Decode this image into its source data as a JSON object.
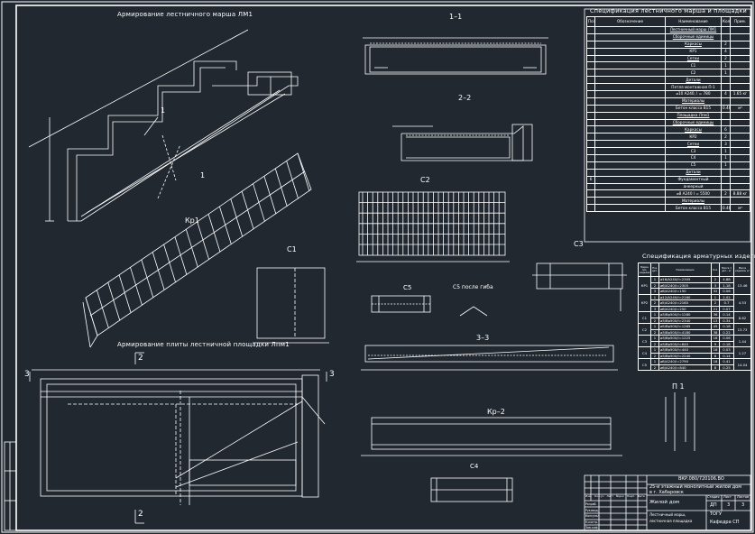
{
  "colors": {
    "background": "#212830",
    "lines": "#ffffff"
  },
  "drawings": {
    "march_title": "Армирование лестничного марша ЛМ1",
    "platform_title": "Армирование плиты лестничной площадки Лпм1",
    "section_1": "1–1",
    "section_2": "2–2",
    "section_3": "3–3",
    "kr1": "Кр1",
    "kr2": "Кр–2",
    "c1": "С1",
    "c2": "С2",
    "c3": "С3",
    "c4": "С4",
    "c5": "С5",
    "c5_bent": "С5 после гиба",
    "p1": "П 1",
    "cut_2a": "2",
    "cut_2b": "2",
    "cut_3a": "3",
    "cut_3b": "3",
    "cut_1a": "1",
    "cut_1b": "1"
  },
  "spec": {
    "title": "Спецификация лестничного марша и площадки",
    "headers": [
      "Поз.",
      "Обозначение",
      "Наименование",
      "Кол.",
      "Прим."
    ],
    "rows": [
      {
        "pos": "",
        "code": "",
        "name": "Лестничный марш ЛМ1",
        "qty": "",
        "note": "",
        "u": true
      },
      {
        "pos": "",
        "code": "",
        "name": "Сборочные единицы",
        "qty": "",
        "note": "",
        "u": true
      },
      {
        "pos": "",
        "code": "",
        "name": "Каркасы",
        "qty": "2",
        "note": "",
        "u": true
      },
      {
        "pos": "",
        "code": "",
        "name": "КР1",
        "qty": "4",
        "note": "",
        "u": false
      },
      {
        "pos": "",
        "code": "",
        "name": "Сетки",
        "qty": "2",
        "note": "",
        "u": true
      },
      {
        "pos": "",
        "code": "",
        "name": "С1",
        "qty": "1",
        "note": "",
        "u": false
      },
      {
        "pos": "",
        "code": "",
        "name": "С2",
        "qty": "1",
        "note": "",
        "u": false
      },
      {
        "pos": "",
        "code": "",
        "name": "Детали",
        "qty": "",
        "note": "",
        "u": true
      },
      {
        "pos": "",
        "code": "",
        "name": "Петля монтажная П-1",
        "qty": "",
        "note": "",
        "u": false
      },
      {
        "pos": "",
        "code": "",
        "name": "⌀10 А240, l = 780",
        "qty": "4",
        "note": "1.65 кг",
        "u": false
      },
      {
        "pos": "",
        "code": "",
        "name": "Материалы",
        "qty": "",
        "note": "",
        "u": true
      },
      {
        "pos": "",
        "code": "",
        "name": "Бетон класса В15",
        "qty": "0.46",
        "note": "м³",
        "u": false
      },
      {
        "pos": "",
        "code": "",
        "name": "Площадка Лпм1",
        "qty": "",
        "note": "",
        "u": true
      },
      {
        "pos": "",
        "code": "",
        "name": "Сборочные единицы",
        "qty": "",
        "note": "",
        "u": true
      },
      {
        "pos": "",
        "code": "",
        "name": "Каркасы",
        "qty": "6",
        "note": "",
        "u": true
      },
      {
        "pos": "",
        "code": "",
        "name": "КР2",
        "qty": "2",
        "note": "",
        "u": false
      },
      {
        "pos": "",
        "code": "",
        "name": "Сетки",
        "qty": "3",
        "note": "",
        "u": true
      },
      {
        "pos": "",
        "code": "",
        "name": "С3",
        "qty": "1",
        "note": "",
        "u": false
      },
      {
        "pos": "",
        "code": "",
        "name": "С4",
        "qty": "1",
        "note": "",
        "u": false
      },
      {
        "pos": "",
        "code": "",
        "name": "С5",
        "qty": "1",
        "note": "",
        "u": false
      },
      {
        "pos": "",
        "code": "",
        "name": "Детали",
        "qty": "",
        "note": "",
        "u": true
      },
      {
        "pos": "б",
        "code": "",
        "name": "Фундаментный",
        "qty": "",
        "note": "",
        "u": false
      },
      {
        "pos": "",
        "code": "",
        "name": "анкерный",
        "qty": "",
        "note": "",
        "u": false
      },
      {
        "pos": "",
        "code": "",
        "name": "⌀8 А240 l = 5500",
        "qty": "2",
        "note": "8.88 кг",
        "u": false
      },
      {
        "pos": "",
        "code": "",
        "name": "Материалы",
        "qty": "",
        "note": "",
        "u": true
      },
      {
        "pos": "",
        "code": "",
        "name": "Бетон класса В15",
        "qty": "0.46",
        "note": "м³",
        "u": false
      }
    ]
  },
  "rebar": {
    "title": "Спецификация арматурных изделий",
    "headers": [
      "Марка поз. изделия",
      "Поз. дет.",
      "Наименование",
      "Кол.",
      "Масса 1 дет., кг",
      "Масса изделия, кг"
    ],
    "groups": [
      {
        "mark": "КР1",
        "total": "13.46",
        "rows": [
          [
            "1",
            "⌀16/А240/l=2305",
            "2",
            "4.88"
          ],
          [
            "2",
            "⌀6/А240/l=2305",
            "3",
            "1.18"
          ],
          [
            "3",
            "⌀6/А240/l=150",
            "32",
            "0.06"
          ]
        ]
      },
      {
        "mark": "КР2",
        "total": "4.53",
        "rows": [
          [
            "1",
            "⌀12/А240/l=2160",
            "1",
            "2.02"
          ],
          [
            "2",
            "⌀5/А240/l=2160",
            "2",
            "0.7"
          ],
          [
            "3",
            "⌀6/А240/l=250",
            "21",
            "0.07"
          ]
        ]
      },
      {
        "mark": "С1",
        "total": "8.62",
        "rows": [
          [
            "1",
            "⌀3/Вр500/l=1280",
            "36",
            "0.14"
          ],
          [
            "2",
            "⌀3/Вр500/l=2340",
            "13",
            "0.34"
          ]
        ]
      },
      {
        "mark": "С2",
        "total": "13.73",
        "rows": [
          [
            "1",
            "⌀5/Вр500/l=1265",
            "45",
            "0.18"
          ],
          [
            "2",
            "⌀3/Вр500/l=4180",
            "38",
            "0.22"
          ]
        ]
      },
      {
        "mark": "С3",
        "total": "1.44",
        "rows": [
          [
            "1",
            "⌀3/Вр500/l=1225",
            "18",
            "0.06"
          ],
          [
            "2",
            "⌀3/Вр500/l=840",
            "9",
            "0.18"
          ]
        ]
      },
      {
        "mark": "С4",
        "total": "1.27",
        "rows": [
          [
            "1",
            "⌀3/Вр500/l=440",
            "18",
            "0.03"
          ],
          [
            "2",
            "⌀3/Вр500/l=2240",
            "8",
            "0.14"
          ]
        ]
      },
      {
        "mark": "С5",
        "total": "14.04",
        "rows": [
          [
            "1",
            "⌀8/А240/l=2790",
            "18",
            "0.41"
          ],
          [
            "2",
            "⌀6/А240/l=840",
            "8",
            "0.25"
          ]
        ]
      }
    ]
  },
  "title_block": {
    "code": "ВКР.080/720106.ВО",
    "project": "25-и этажный монолитный жилой дом",
    "city": "в г. Хабаровск",
    "building": "Жилой дом",
    "stage_label": "Стадия",
    "sheet_label": "Лист",
    "sheets_label": "Листов",
    "stage": "ДП",
    "sheet": "3",
    "sheets": "3",
    "sheet_name_1": "Лестничный марш,",
    "sheet_name_2": "лестничная площадка",
    "org": "ТОГУ",
    "dept": "Кафедра СП",
    "cols": [
      "Изм.",
      "Кол.уч",
      "Лист",
      "№док",
      "Подп.",
      "Дата"
    ],
    "roles": [
      "Разраб.",
      "Руковод.",
      "Консульт.",
      "Н.контр.",
      "Зав.каф."
    ]
  }
}
